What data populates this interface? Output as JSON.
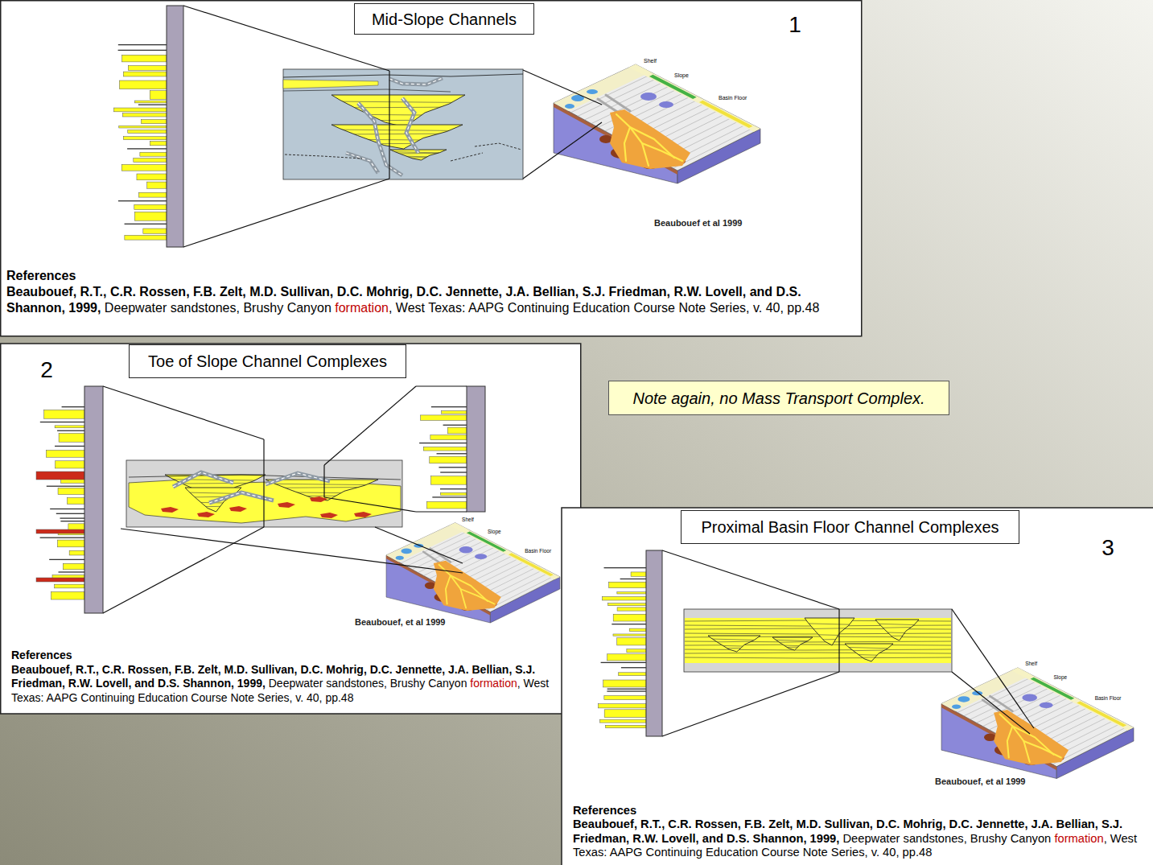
{
  "diagram": {
    "nodes": [
      {
        "text": [
          "Mid-Slope Channels"
        ]
      },
      {
        "text": [
          "Toe of Slope Channel Complexes"
        ]
      },
      {
        "text": [
          "Note again, no Mass Transport Complex."
        ]
      },
      {
        "text": [
          "Proximal Basin Floor Channel Complexes"
        ]
      }
    ],
    "labels": [
      "1",
      "Shelf",
      "Slope",
      "Basin Floor",
      "Beaubouef et al 1999",
      "References",
      "Beaubouef, R.T., C.R. Rossen, F.B. Zelt, M.D. Sullivan, D.C. Mohrig, D.C. Jennette, J.A. Bellian, S.J. Friedman, R.W. Lovell, and D.S. Shannon, 1999,",
      "Deepwater sandstones, Brushy Canyon",
      "formation",
      ", West Texas: AAPG Continuing Education Course Note Series, v. 40, pp.48",
      "2",
      "Shelf",
      "Slope",
      "Basin Floor",
      "Beaubouef, et al 1999",
      "References",
      "Beaubouef, R.T., C.R. Rossen, F.B. Zelt, M.D. Sullivan, D.C. Mohrig, D.C. Jennette, J.A. Bellian, S.J. Friedman, R.W. Lovell, and D.S. Shannon, 1999,",
      "Deepwater sandstones, Brushy Canyon",
      "formation",
      ", West Texas: AAPG Continuing Education Course Note Series, v. 40, pp.48",
      "3",
      "Shelf",
      "Slope",
      "Basin Floor",
      "Beaubouef, et al 1999",
      "References",
      "Beaubouef, R.T., C.R. Rossen, F.B. Zelt, M.D. Sullivan, D.C. Mohrig, D.C. Jennette, J.A. Bellian, S.J. Friedman, R.W. Lovell, and D.S. Shannon, 1999,",
      "Deepwater sandstones, Brushy Canyon",
      "formation",
      ", West Texas: AAPG Continuing Education Course Note Series, v. 40, pp.48"
    ]
  }
}
